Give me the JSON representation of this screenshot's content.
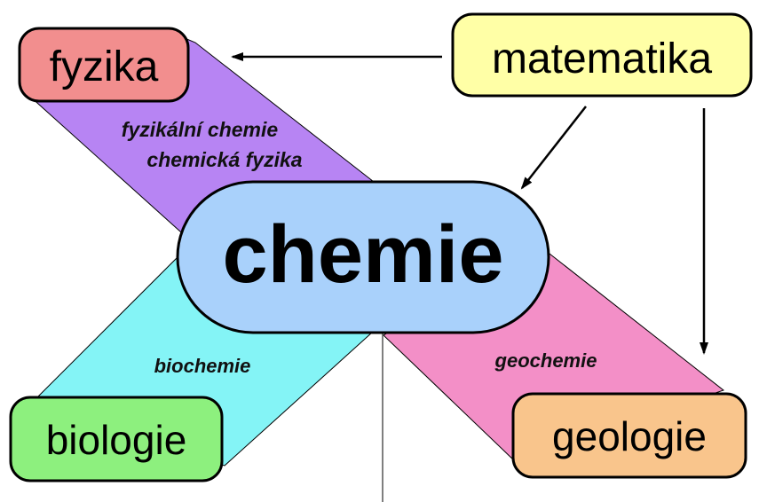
{
  "nodes": {
    "fyzika": "fyzika",
    "matematika": "matematika",
    "chemie": "chemie",
    "biologie": "biologie",
    "geologie": "geologie"
  },
  "bands": {
    "physical_chemistry": "fyzikální chemie",
    "chemical_physics": "chemická fyzika",
    "biochemistry": "biochemie",
    "geochemistry": "geochemie"
  },
  "colors": {
    "fyzika": "#f28e8e",
    "matematika": "#ffffa6",
    "chemie": "#a9d1fb",
    "biologie": "#8df07e",
    "geologie": "#f9c58c",
    "band_physics": "#b784f3",
    "band_biology": "#84f4f6",
    "band_geology": "#f38fc7"
  }
}
